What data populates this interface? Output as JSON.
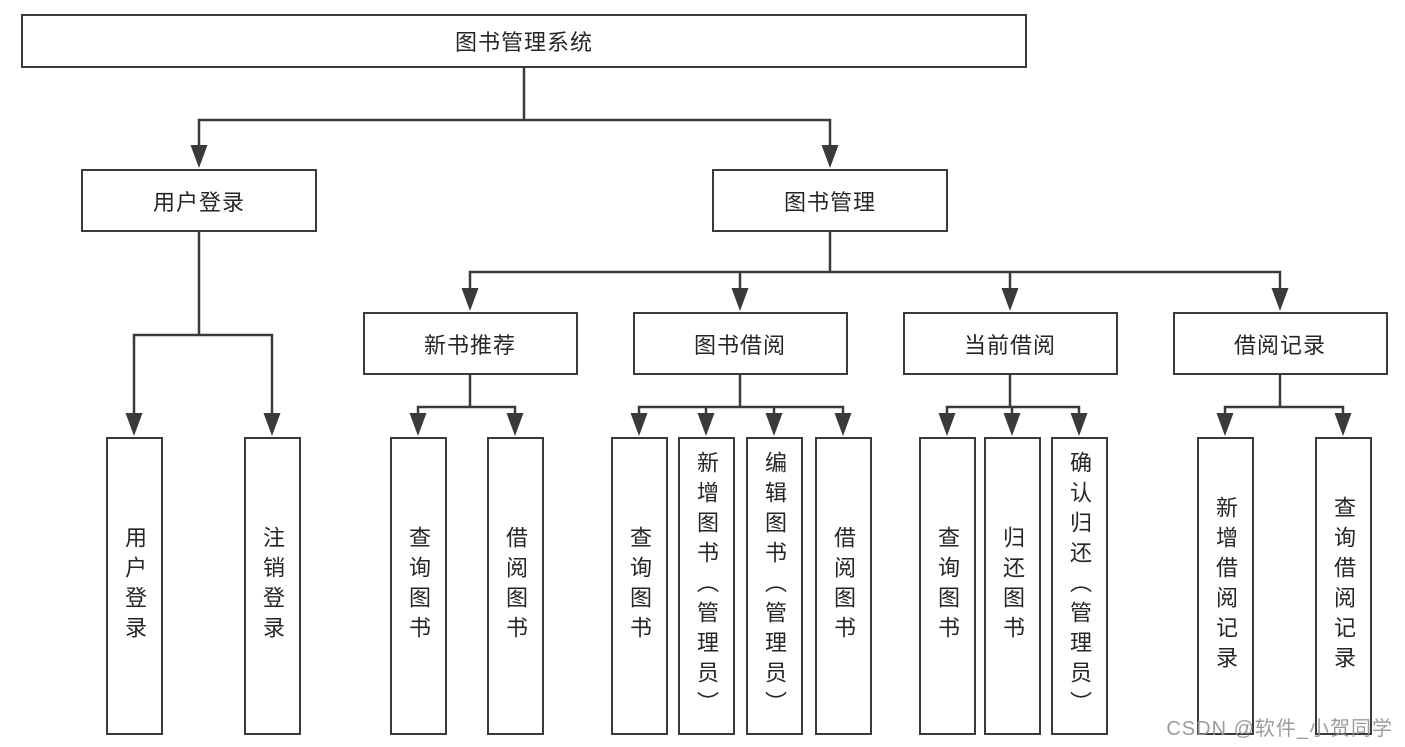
{
  "diagram": {
    "root": {
      "label": "图书管理系统"
    },
    "branches": [
      {
        "label": "用户登录",
        "children": [
          {
            "label": "用户登录"
          },
          {
            "label": "注销登录"
          }
        ]
      },
      {
        "label": "图书管理",
        "children": [
          {
            "label": "新书推荐",
            "children": [
              {
                "label": "查询图书"
              },
              {
                "label": "借阅图书"
              }
            ]
          },
          {
            "label": "图书借阅",
            "children": [
              {
                "label": "查询图书"
              },
              {
                "label": "新增图书（管理员）"
              },
              {
                "label": "编辑图书（管理员）"
              },
              {
                "label": "借阅图书"
              }
            ]
          },
          {
            "label": "当前借阅",
            "children": [
              {
                "label": "查询图书"
              },
              {
                "label": "归还图书"
              },
              {
                "label": "确认归还（管理员）"
              }
            ]
          },
          {
            "label": "借阅记录",
            "children": [
              {
                "label": "新增借阅记录"
              },
              {
                "label": "查询借阅记录"
              }
            ]
          }
        ]
      }
    ]
  },
  "watermark": {
    "text": "CSDN @软件_小贺同学"
  },
  "colors": {
    "line": "#3a3a3a",
    "text": "#262626",
    "background": "#ffffff",
    "watermark": "#949496"
  }
}
